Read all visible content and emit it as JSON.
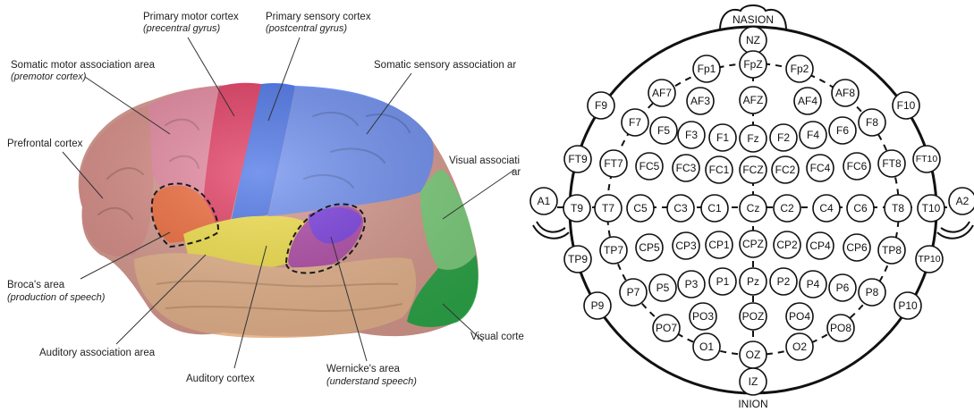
{
  "brain": {
    "labels": {
      "primary_motor": "Primary motor cortex",
      "primary_motor_sub": "(precentral gyrus)",
      "primary_sensory": "Primary sensory cortex",
      "primary_sensory_sub": "(postcentral gyrus)",
      "somatic_motor": "Somatic motor association area",
      "somatic_motor_sub": "(premotor cortex)",
      "somatic_sensory": "Somatic sensory association ar",
      "prefrontal": "Prefrontal cortex",
      "visual_assoc": "Visual associati",
      "visual_assoc_2": "ar",
      "broca": "Broca's area",
      "broca_sub": "(production of speech)",
      "auditory_assoc": "Auditory association area",
      "auditory": "Auditory cortex",
      "wernicke": "Wernicke's area",
      "wernicke_sub": "(understand speech)",
      "visual": "Visual corte"
    }
  },
  "eeg": {
    "nasion": "NASION",
    "inion": "INION",
    "electrodes": [
      "NZ",
      "Fp1",
      "FpZ",
      "Fp2",
      "AF7",
      "AF3",
      "AFZ",
      "AF4",
      "AF8",
      "F9",
      "F7",
      "F5",
      "F3",
      "F1",
      "Fz",
      "F2",
      "F4",
      "F6",
      "F8",
      "F10",
      "FT9",
      "FT7",
      "FC5",
      "FC3",
      "FC1",
      "FCZ",
      "FC2",
      "FC4",
      "FC6",
      "FT8",
      "FT10",
      "A1",
      "T9",
      "T7",
      "C5",
      "C3",
      "C1",
      "Cz",
      "C2",
      "C4",
      "C6",
      "T8",
      "T10",
      "A2",
      "TP9",
      "TP7",
      "CP5",
      "CP3",
      "CP1",
      "CPZ",
      "CP2",
      "CP4",
      "CP6",
      "TP8",
      "TP10",
      "P9",
      "P7",
      "P5",
      "P3",
      "P1",
      "Pz",
      "P2",
      "P4",
      "P6",
      "P8",
      "P10",
      "PO7",
      "PO3",
      "POZ",
      "PO4",
      "PO8",
      "O1",
      "OZ",
      "O2",
      "IZ"
    ]
  }
}
